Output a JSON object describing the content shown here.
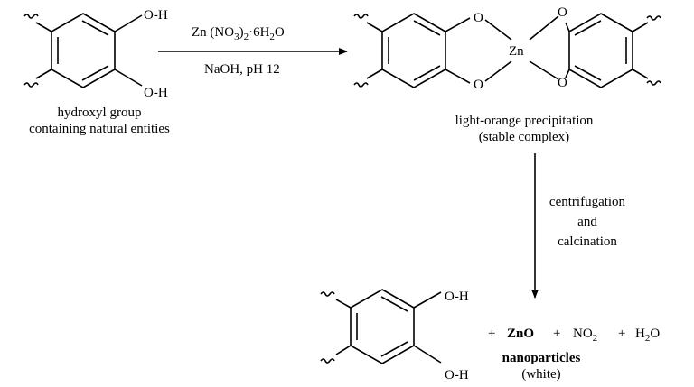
{
  "labels": {
    "oh_top": "O-H",
    "oh_bottom": "O-H",
    "reactant_caption_line1": "hydroxyl group",
    "reactant_caption_line2": "containing natural entities",
    "reagent_prefix": "Zn (NO",
    "reagent_sub1": "3",
    "reagent_mid": ")",
    "reagent_sub2": "2",
    "reagent_hydrate": "·6H",
    "reagent_sub3": "2",
    "reagent_o": "O",
    "condition": "NaOH, pH 12",
    "complex_o1": "O",
    "complex_o2": "O",
    "complex_o3": "O",
    "complex_o4": "O",
    "complex_zn": "Zn",
    "complex_caption_line1": "light-orange precipitation",
    "complex_caption_line2": "(stable complex)",
    "process_line1": "centrifugation",
    "process_line2": "and",
    "process_line3": "calcination",
    "prod_oh_top": "O-H",
    "prod_oh_bottom": "O-H",
    "plus1": "+",
    "zno": "ZnO",
    "plus2": "+",
    "no2_main": "NO",
    "no2_sub": "2",
    "plus3": "+",
    "h2o_h": "H",
    "h2o_sub": "2",
    "h2o_o": "O",
    "nano_line1": "nanoparticles",
    "nano_line2": "(white)"
  }
}
